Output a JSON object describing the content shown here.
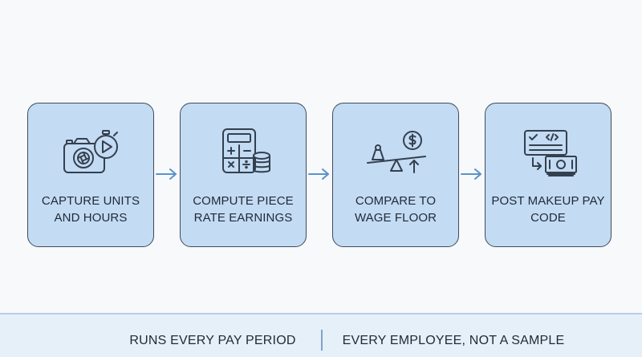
{
  "steps": [
    {
      "label": "CAPTURE UNITS AND HOURS",
      "icon": "camera-stopwatch-icon"
    },
    {
      "label": "COMPUTE PIECE RATE EARNINGS",
      "icon": "calculator-coins-icon"
    },
    {
      "label": "COMPARE TO WAGE FLOOR",
      "icon": "balance-scale-dollar-icon"
    },
    {
      "label": "POST MAKEUP PAY CODE",
      "icon": "code-window-cash-icon"
    }
  ],
  "footer": {
    "left": "RUNS EVERY PAY PERIOD",
    "right": "EVERY EMPLOYEE, NOT A SAMPLE"
  },
  "colors": {
    "card_fill": "#c3dbf3",
    "card_border": "#3f4c5c",
    "arrow": "#5b93c9",
    "icon_stroke": "#34404e",
    "footer_fill": "#e6f0f9",
    "footer_divider": "#7fa3c8"
  }
}
